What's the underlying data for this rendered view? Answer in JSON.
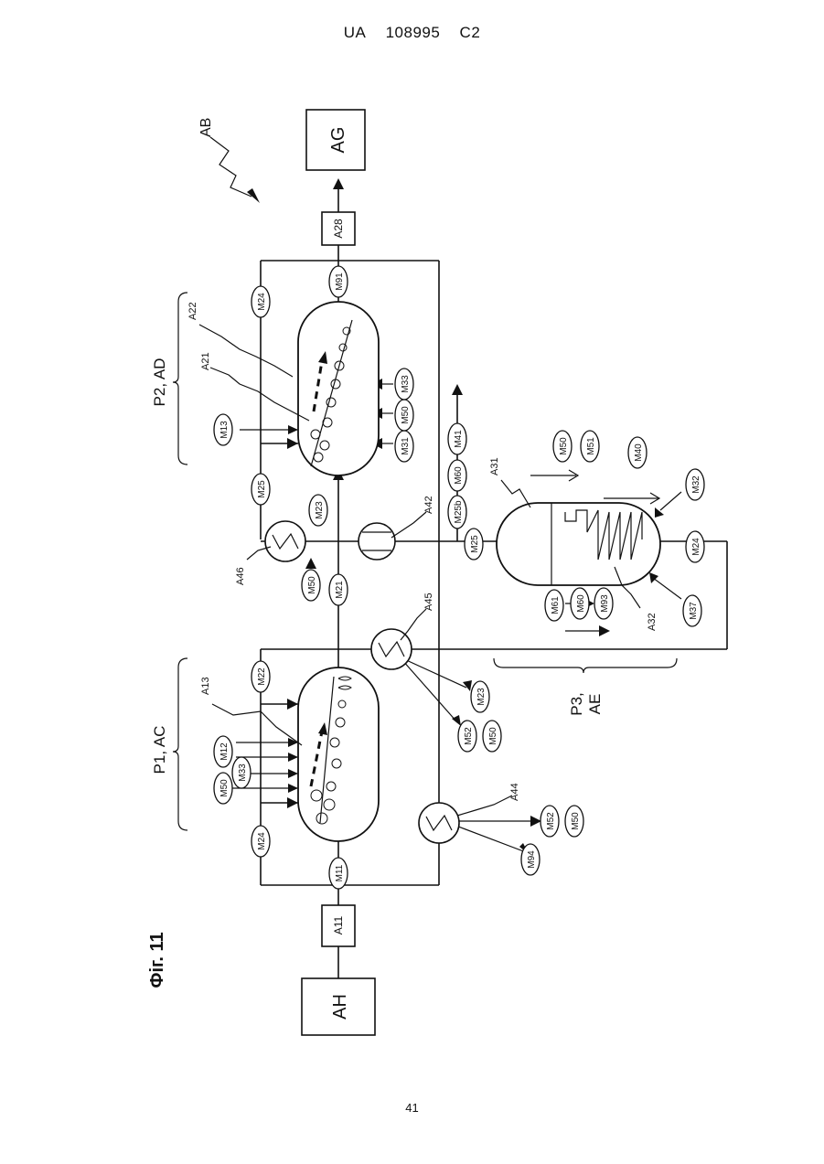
{
  "header": {
    "country": "UA",
    "number": "108995",
    "kind": "C2"
  },
  "page_number": "41",
  "figure": {
    "caption": "Фіг. 11",
    "system_label": "AB",
    "units": {
      "AH": "AH",
      "A11": "A11",
      "AG": "AG",
      "A28": "A28",
      "A13": "A13",
      "A21": "A21",
      "A22": "A22",
      "A31": "A31",
      "A32": "A32",
      "A42": "A42",
      "A44": "A44",
      "A45": "A45",
      "A46": "A46"
    },
    "stages": {
      "p1": [
        "P1, AC"
      ],
      "p2": [
        "P2, AD"
      ],
      "p3": [
        "P3,",
        "AE"
      ]
    },
    "streams": {
      "m11": "M11",
      "m12": "M12",
      "m13": "M13",
      "m21": "M21",
      "m22": "M22",
      "m23": "M23",
      "m23b": "M23",
      "m24a": "M24",
      "m24b": "M24",
      "m24c": "M24",
      "m25": "M25",
      "m25b": "M25",
      "m25c": "M25b",
      "m31": "M31",
      "m32": "M32",
      "m33a": "M33",
      "m33b": "M33",
      "m37": "M37",
      "m40": "M40",
      "m41": "M41",
      "m50a": "M50",
      "m50b": "M50",
      "m50c": "M50",
      "m50d": "M50",
      "m50e": "M50",
      "m50f": "M50",
      "m51": "M51",
      "m52a": "M52",
      "m52b": "M52",
      "m60a": "M60",
      "m60b": "M60",
      "m61": "M61",
      "m91": "M91",
      "m93": "M93",
      "m94": "M94"
    }
  }
}
